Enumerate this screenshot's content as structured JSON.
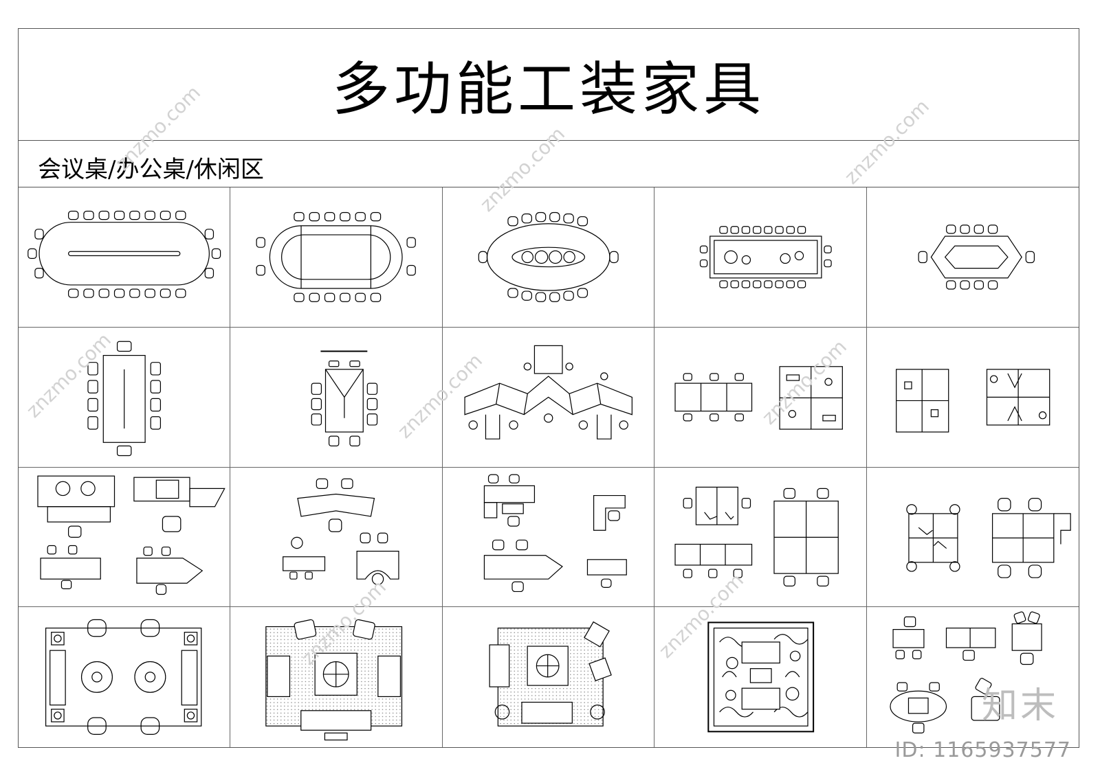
{
  "title": "多功能工装家具",
  "subtitle": "会议桌/办公桌/休闲区",
  "watermark_text": "znzmo.com",
  "logo_text": "知末",
  "id_label": "ID: 1165937577",
  "line_color": "#000000"
}
